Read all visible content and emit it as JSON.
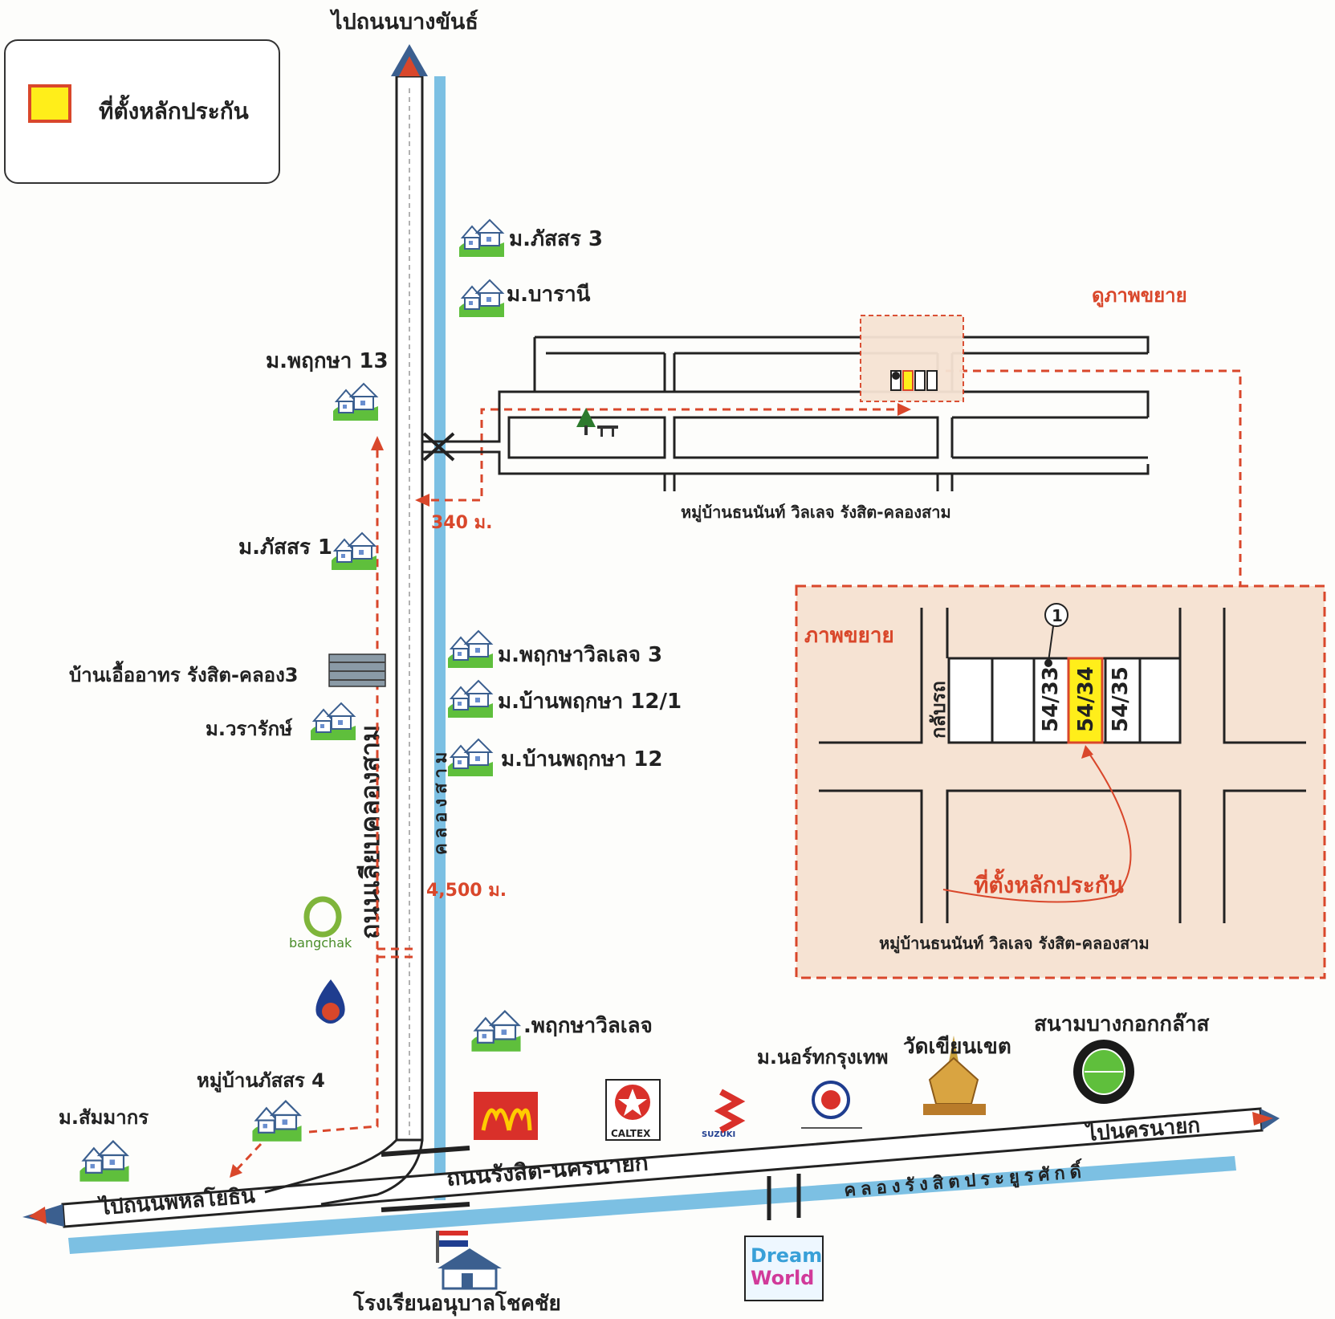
{
  "legend": {
    "label": "ที่ตั้งหลักประกัน"
  },
  "roads": {
    "north_to": "ไปถนนบางขันธ์",
    "bypass_road": "ถนนเลียบคลองสาม",
    "canal_vertical": "คลองสาม",
    "main_road": "ถนนรังสิต-นครนายก",
    "to_phahon": "ไปถนนพหลโยธิน",
    "to_nakhon_nayok": "ไปนครนายก",
    "canal_horizontal": "คลองรังสิตประยูรศักดิ์"
  },
  "distances": {
    "d340": "340 ม.",
    "d4500": "4,500 ม."
  },
  "villages": {
    "v_passorn3": "ม.ภัสสร 3",
    "v_baranee": "ม.บารานี",
    "v_pruksa13": "ม.พฤกษา 13",
    "v_passorn1": "ม.ภัสสร 1",
    "v_pruksa_village3": "ม.พฤกษาวิลเลจ 3",
    "v_baan_pruksa121": "ม.บ้านพฤกษา 12/1",
    "v_baan_pruksa12": "ม.บ้านพฤกษา 12",
    "v_eua_arthorn": "บ้านเอื้ออาทร รังสิต-คลอง3",
    "v_wararak": "ม.วรารักษ์",
    "v_pruksa_village": ".พฤกษาวิลเลจ",
    "v_passorn4": "หมู่บ้านภัสสร 4",
    "v_sammakorn": "ม.สัมมากร"
  },
  "landmarks": {
    "bangchak": "bangchak",
    "north_bangkok": "ม.นอร์ทกรุงเทพ",
    "wat_khian": "วัดเขียนเขต",
    "stadium": "สนามบางกอกกล๊าส",
    "school": "โรงเรียนอนุบาลโชคชัย",
    "caltex": "CALTEX",
    "suzuki": "SUZUKI",
    "dreamworld_1": "Dream",
    "dreamworld_2": "World"
  },
  "project": {
    "name": "หมู่บ้านธนนันท์ วิลเลจ รังสิต-คลองสาม",
    "zoom_link": "ดูภาพขยาย"
  },
  "inset": {
    "title": "ภาพขยาย",
    "street_label": "กลับรถ",
    "marker": "1",
    "plots": [
      "54/33",
      "54/34",
      "54/35"
    ],
    "target_label": "ที่ตั้งหลักประกัน",
    "caption": "หมู่บ้านธนนันท์ วิลเลจ รังสิต-คลองสาม"
  },
  "colors": {
    "canal": "#7cc0e3",
    "route_red": "#d9472b",
    "inset_bg": "#f6e3d3",
    "target_fill": "#ffee1a",
    "house_green": "#5fbf3c"
  }
}
